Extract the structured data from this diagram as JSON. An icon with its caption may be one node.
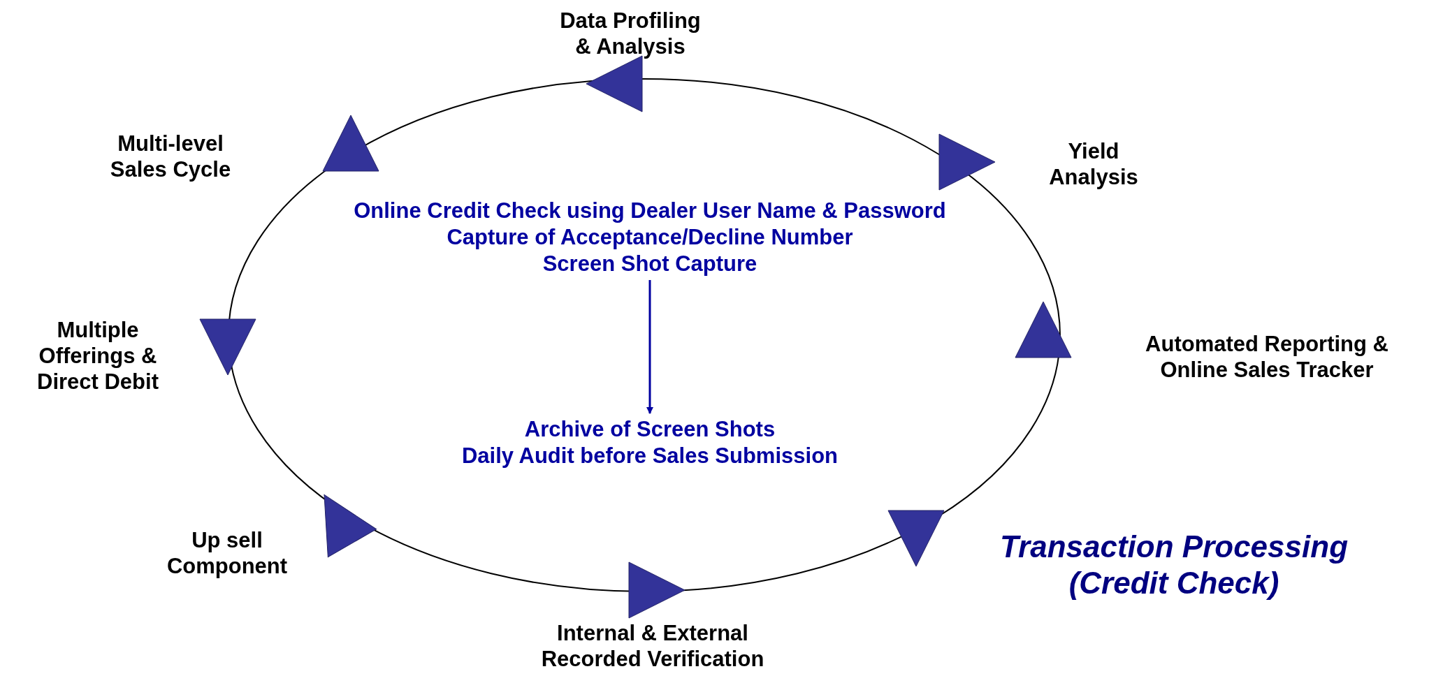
{
  "diagram": {
    "title": "Transaction Processing (Credit Check)",
    "nodes": [
      {
        "text": [
          "Online Credit Check using Dealer User Name & Password",
          "Capture of Acceptance/Decline Number",
          "Screen Shot Capture"
        ]
      },
      {
        "text": [
          "Archive of Screen Shots",
          "Daily Audit before Sales Submission"
        ]
      }
    ],
    "edges": [
      {
        "from": 0,
        "to": 1,
        "arrow": "to"
      }
    ],
    "labels": [
      "Data Profiling & Analysis",
      "Multi-level Sales Cycle",
      "Yield Analysis",
      "Multiple Offerings & Direct Debit",
      "Automated Reporting & Online Sales Tracker",
      "Up sell Component",
      "Internal & External Recorded Verification"
    ]
  }
}
